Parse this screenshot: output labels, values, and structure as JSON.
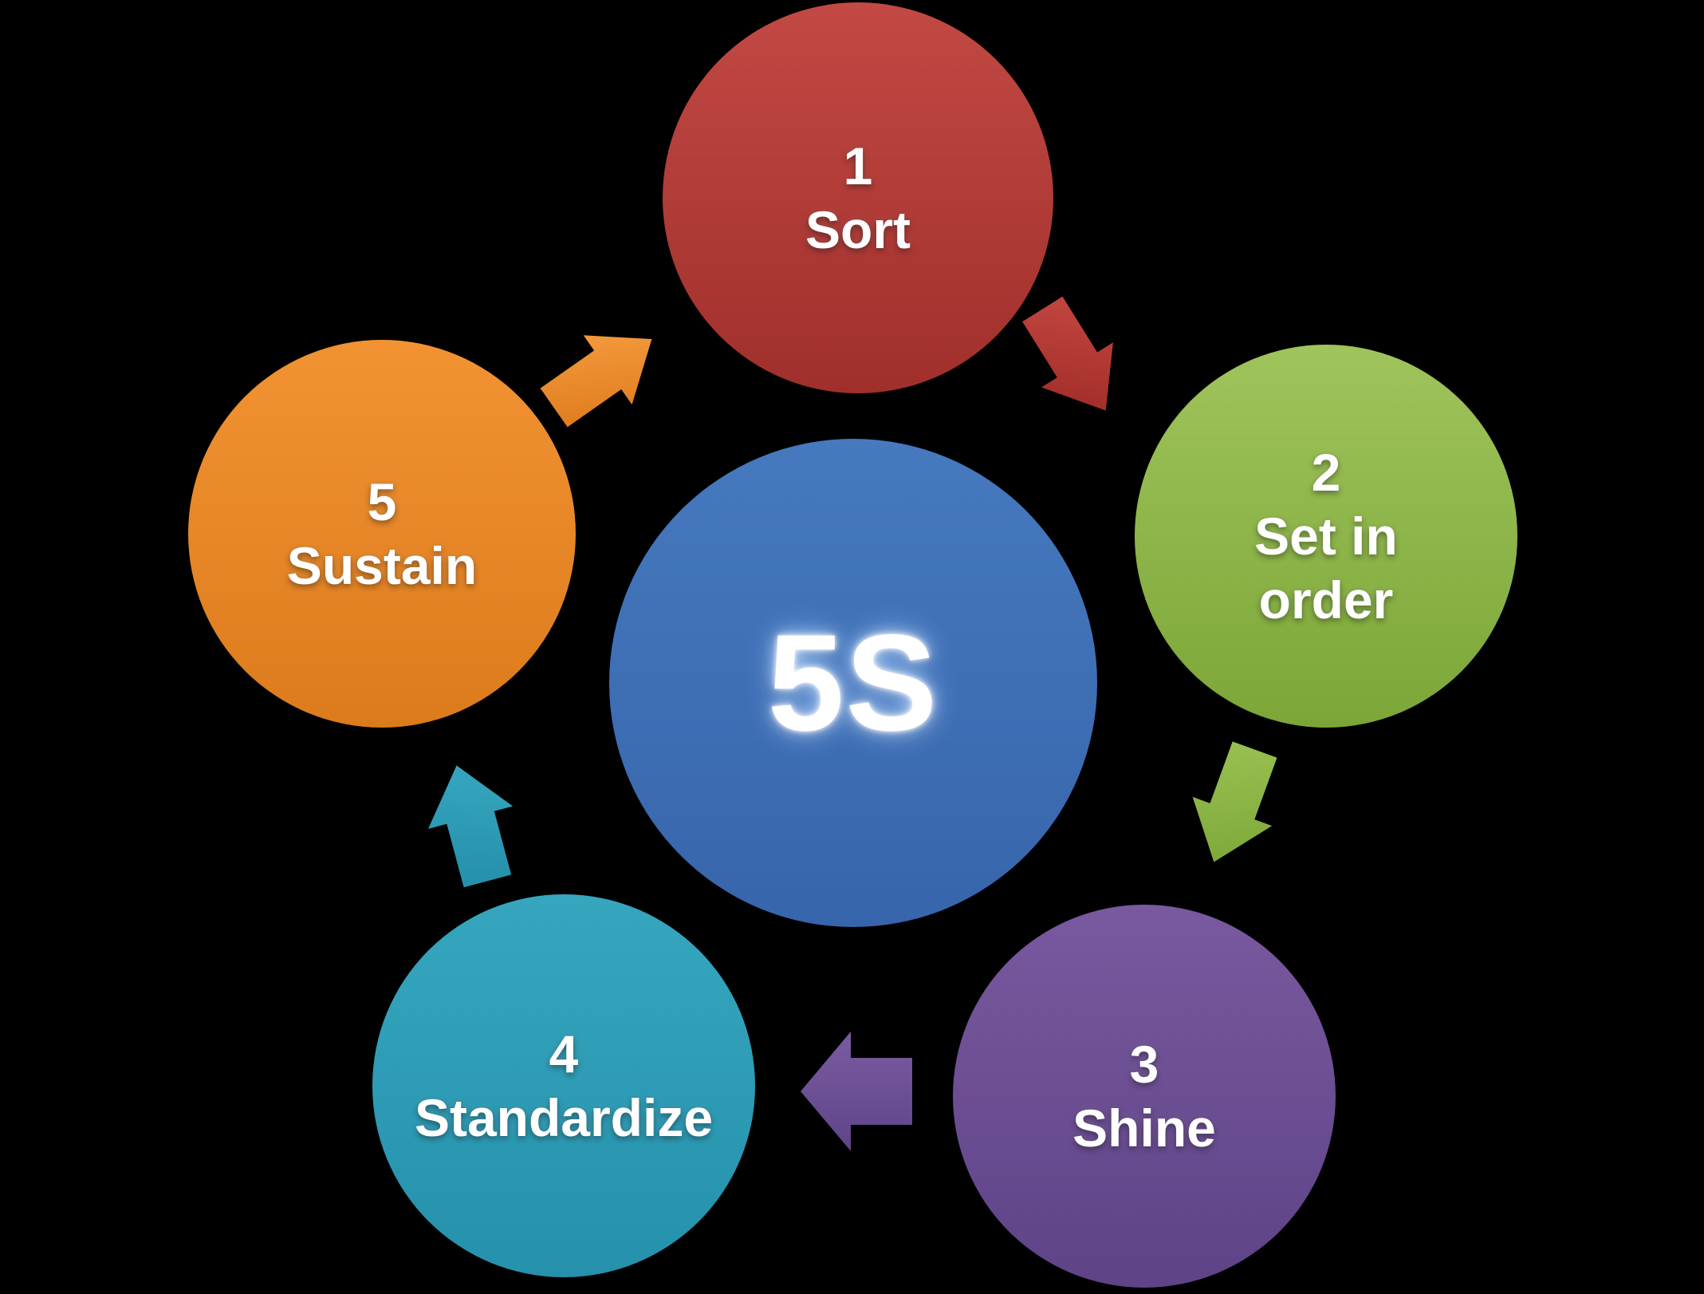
{
  "diagram": {
    "name": "5S cycle diagram",
    "background_color": "#000000",
    "center": {
      "label": "5S",
      "text_color": "#FFFFFF",
      "gradient_top": "#4679BE",
      "gradient_bottom": "#3765AC"
    },
    "steps": [
      {
        "number": "1",
        "label": "Sort",
        "position": "top",
        "gradient_top": "#C24944",
        "gradient_bottom": "#A02F2B"
      },
      {
        "number": "2",
        "label": "Set in order",
        "position": "right",
        "gradient_top": "#9FC45C",
        "gradient_bottom": "#7CA637"
      },
      {
        "number": "3",
        "label": "Shine",
        "position": "bottom-right",
        "gradient_top": "#79599F",
        "gradient_bottom": "#5E4387"
      },
      {
        "number": "4",
        "label": "Standardize",
        "position": "bottom-left",
        "gradient_top": "#36A6BE",
        "gradient_bottom": "#2591AC"
      },
      {
        "number": "5",
        "label": "Sustain",
        "position": "left",
        "gradient_top": "#F29333",
        "gradient_bottom": "#DC7B1C"
      }
    ],
    "arrows": [
      {
        "from": "Sort",
        "to": "Set in order",
        "direction": "down-right",
        "color_light": "#C0443E",
        "color_dark": "#A12D28"
      },
      {
        "from": "Set in order",
        "to": "Shine",
        "direction": "down-left",
        "color_light": "#97BF50",
        "color_dark": "#7EA93A"
      },
      {
        "from": "Shine",
        "to": "Standardize",
        "direction": "left",
        "color_light": "#7A5BA1",
        "color_dark": "#5F4488"
      },
      {
        "from": "Standardize",
        "to": "Sustain",
        "direction": "up",
        "color_light": "#36A6BE",
        "color_dark": "#2591AC"
      },
      {
        "from": "Sustain",
        "to": "Sort",
        "direction": "up-right",
        "color_light": "#F49B3E",
        "color_dark": "#E07E1F"
      }
    ],
    "text_color": "#FFFFFF"
  }
}
